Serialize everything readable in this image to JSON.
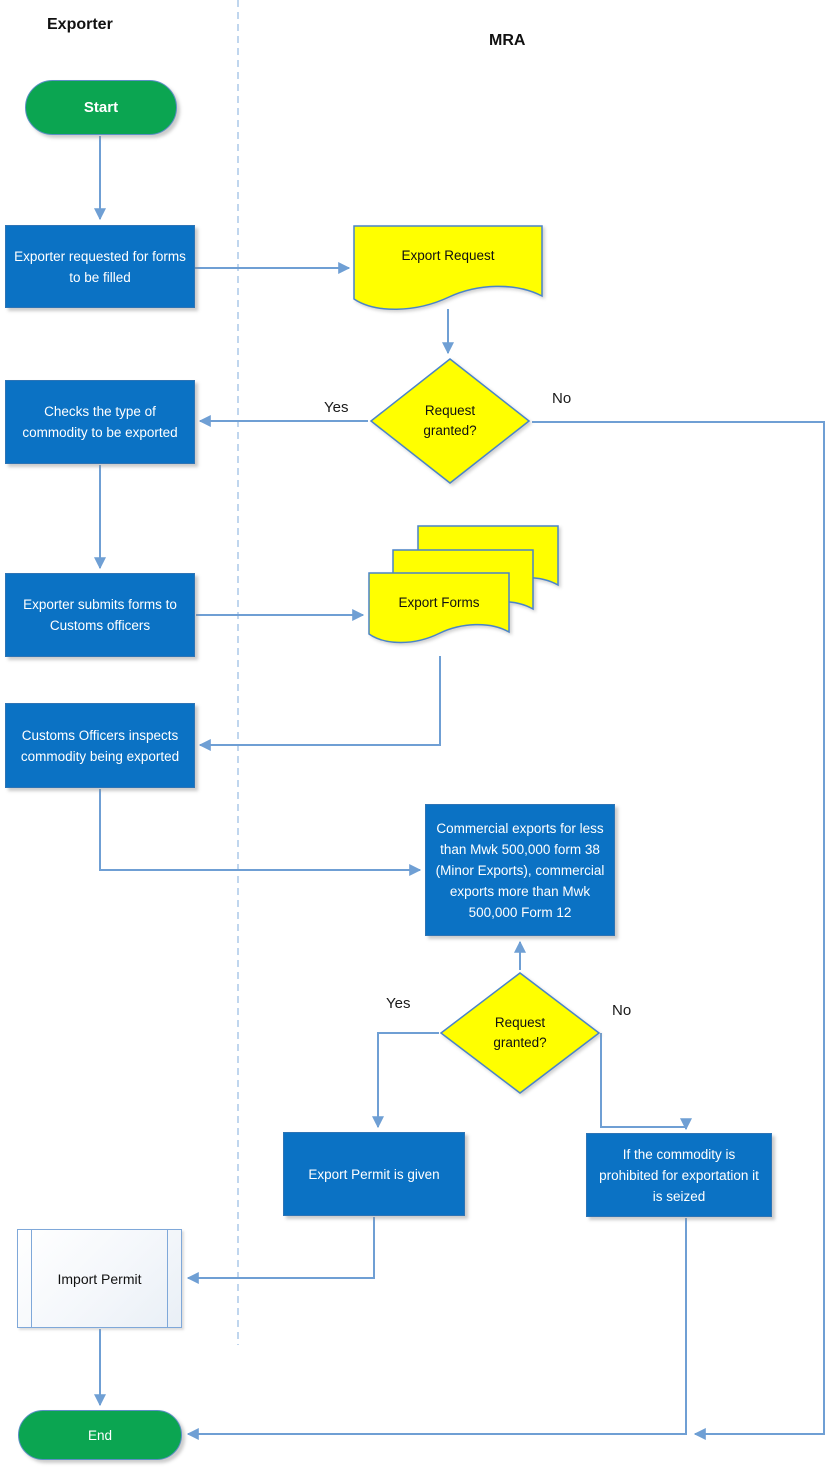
{
  "lanes": {
    "left_title": "Exporter",
    "right_title": "MRA"
  },
  "nodes": {
    "start": "Start",
    "box_request_forms": "Exporter requested for forms to be filled",
    "doc_export_request": "Export Request",
    "decision1": "Request granted?",
    "decision1_yes": "Yes",
    "decision1_no": "No",
    "box_checks_type": "Checks the type of commodity to be exported",
    "box_submits_forms": "Exporter submits forms to Customs officers",
    "doc_export_forms": "Export Forms",
    "box_customs_inspect": "Customs Officers inspects commodity being exported",
    "box_commercial": "Commercial exports for less than Mwk 500,000 form 38 (Minor Exports), commercial exports more than Mwk 500,000 Form 12",
    "decision2": "Request granted?",
    "decision2_yes": "Yes",
    "decision2_no": "No",
    "box_permit_given": "Export Permit is given",
    "box_seized": "If the commodity is prohibited for exportation it is seized",
    "predef_import_permit": "Import Permit",
    "end": "End"
  },
  "colors": {
    "process_fill": "#0b72c4",
    "document_fill": "#ffff00",
    "terminator_fill": "#0ba551",
    "connector": "#6f9fd4",
    "lane_divider": "#abc8e8",
    "shape_stroke": "#4a84c8"
  }
}
